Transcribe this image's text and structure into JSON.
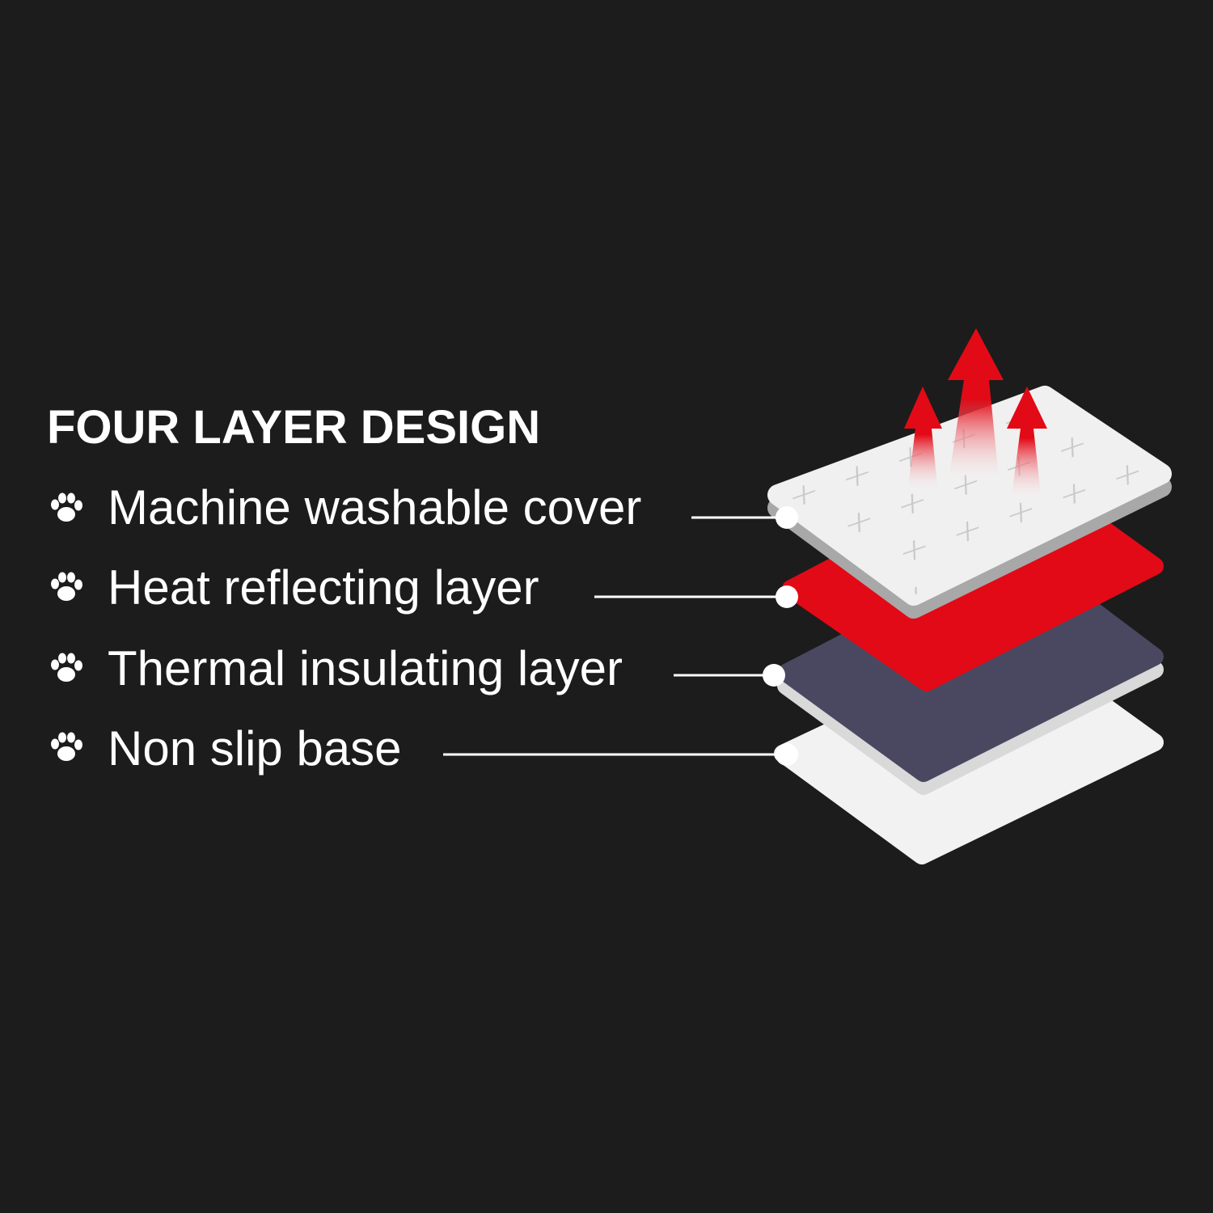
{
  "heading": "FOUR LAYER DESIGN",
  "features": [
    {
      "label": "Machine washable cover",
      "icon": "paw-icon"
    },
    {
      "label": "Heat reflecting layer",
      "icon": "paw-icon"
    },
    {
      "label": "Thermal insulating layer",
      "icon": "paw-icon"
    },
    {
      "label": "Non slip base",
      "icon": "paw-icon"
    }
  ],
  "colors": {
    "background": "#1c1c1c",
    "cover": "#f0f0f0",
    "heat_layer": "#e20a16",
    "insulating_layer": "#4a4760",
    "base": "#f2f2f2",
    "arrow": "#e20a16"
  }
}
